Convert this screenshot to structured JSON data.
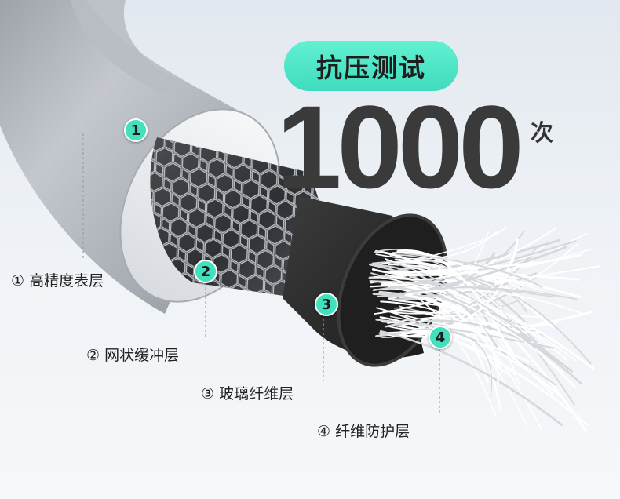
{
  "title_badge": "抗压测试",
  "count": {
    "value": "1000",
    "unit": "次"
  },
  "layers": [
    {
      "marker": "1",
      "label": "① 高精度表层"
    },
    {
      "marker": "2",
      "label": "② 网状缓冲层"
    },
    {
      "marker": "3",
      "label": "③ 玻璃纤维层"
    },
    {
      "marker": "4",
      "label": "④ 纤维防护层"
    }
  ],
  "colors": {
    "accent": "#43e0be",
    "jacket": "#b3b8bf",
    "braid": "#8a8d92",
    "fiberglass": "#2b2b2b",
    "strands": "#ffffff"
  }
}
